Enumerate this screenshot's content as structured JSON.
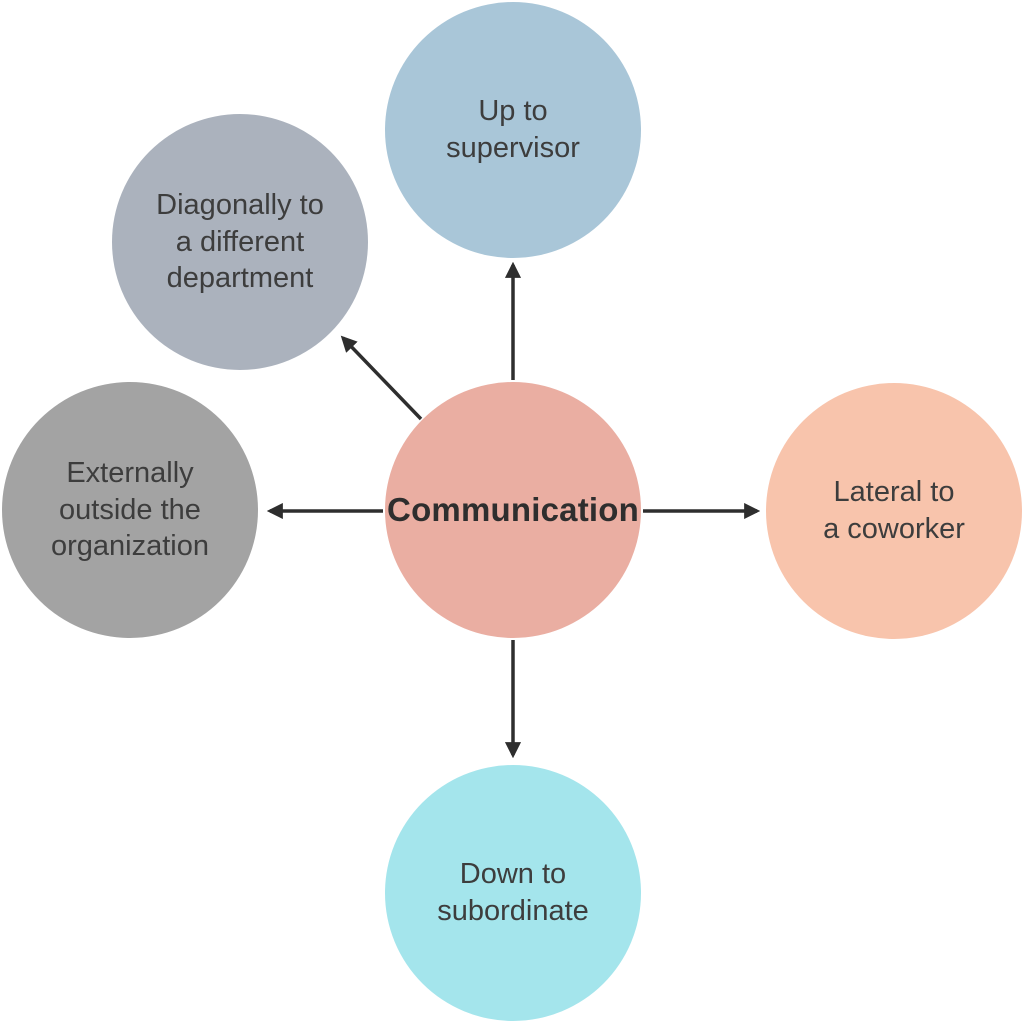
{
  "diagram": {
    "background_color": "#ffffff",
    "arrow_color": "#2e2e2e",
    "label_color": "#3d3d3d"
  },
  "nodes": {
    "center": {
      "label": "Communication",
      "color": "#eaaea2"
    },
    "up": {
      "label": "Up to\nsupervisor",
      "color": "#a9c6d8"
    },
    "diagonal": {
      "label": "Diagonally to\na different\ndepartment",
      "color": "#abb2bd"
    },
    "external": {
      "label": "Externally\noutside the\norganization",
      "color": "#a3a3a3"
    },
    "lateral": {
      "label": "Lateral to\na coworker",
      "color": "#f8c4ac"
    },
    "down": {
      "label": "Down to\nsubordinate",
      "color": "#a4e5ec"
    }
  }
}
